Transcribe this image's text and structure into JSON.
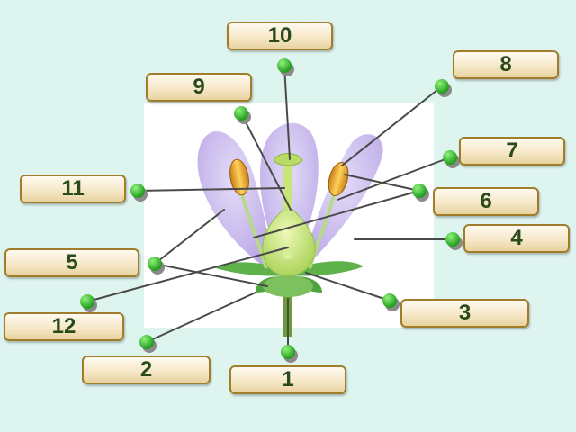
{
  "labels": {
    "n1": "1",
    "n2": "2",
    "n3": "3",
    "n4": "4",
    "n5": "5",
    "n6": "6",
    "n7": "7",
    "n8": "8",
    "n9": "9",
    "n10": "10",
    "n11": "11",
    "n12": "12"
  },
  "colors": {
    "background": "#def4ef",
    "petal": "#c6b6ec",
    "pistil": "#c8e57a",
    "anther": "#e9a830",
    "sepal": "#5fb14a",
    "marker": "#2fb52a",
    "line": "#4a4a4a",
    "label_border": "#a07d2b"
  }
}
